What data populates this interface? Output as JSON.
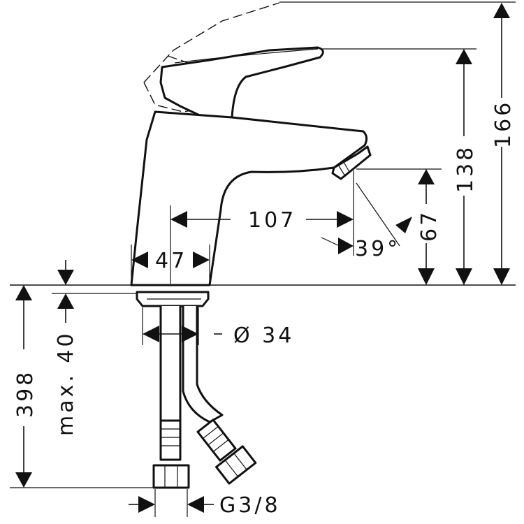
{
  "dimensions": {
    "total_height": "166",
    "lever_height": "138",
    "spout_height": "67",
    "spout_reach": "107",
    "base_width": "47",
    "spout_angle": "39°",
    "hose_diameter": "Ø 34",
    "overall_below": "398",
    "max_thickness": "max. 40",
    "connection": "G3/8"
  }
}
